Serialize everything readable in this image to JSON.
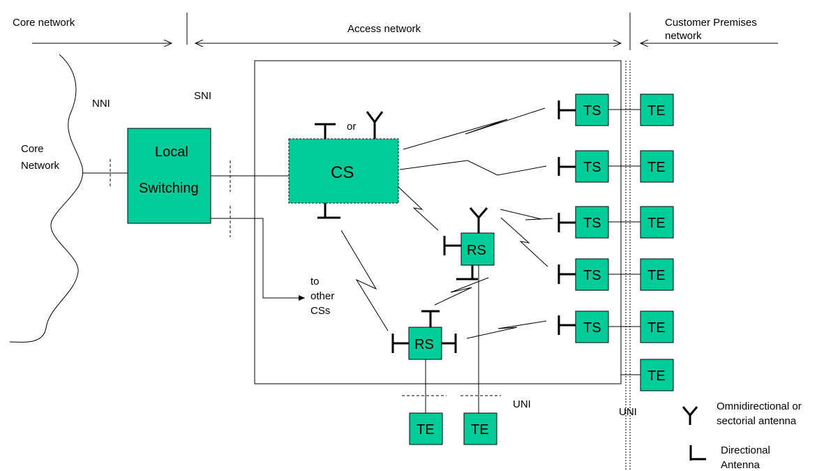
{
  "header": {
    "core_network": "Core network",
    "access_network": "Access network",
    "customer_premises_line1": "Customer Premises",
    "customer_premises_line2": "network"
  },
  "labels": {
    "nni": "NNI",
    "sni": "SNI",
    "core_network_line1": "Core",
    "core_network_line2": "Network",
    "or": "or",
    "to_other_line1": "to",
    "to_other_line2": "other",
    "to_other_line3": "CSs",
    "uni_access": "UNI",
    "uni_customer": "UNI"
  },
  "nodes": {
    "local_switching_line1": "Local",
    "local_switching_line2": "Switching",
    "cs": "CS",
    "rs_upper": "RS",
    "rs_lower": "RS",
    "ts": [
      "TS",
      "TS",
      "TS",
      "TS",
      "TS"
    ],
    "te_customer": [
      "TE",
      "TE",
      "TE",
      "TE",
      "TE",
      "TE"
    ],
    "te_bottom": [
      "TE",
      "TE"
    ]
  },
  "legend": {
    "omni_line1": "Omnidirectional or",
    "omni_line2": "sectorial antenna",
    "dir_line1": "Directional",
    "dir_line2": "Antenna"
  },
  "colors": {
    "node_fill": "#00cc99",
    "line": "#000000"
  }
}
